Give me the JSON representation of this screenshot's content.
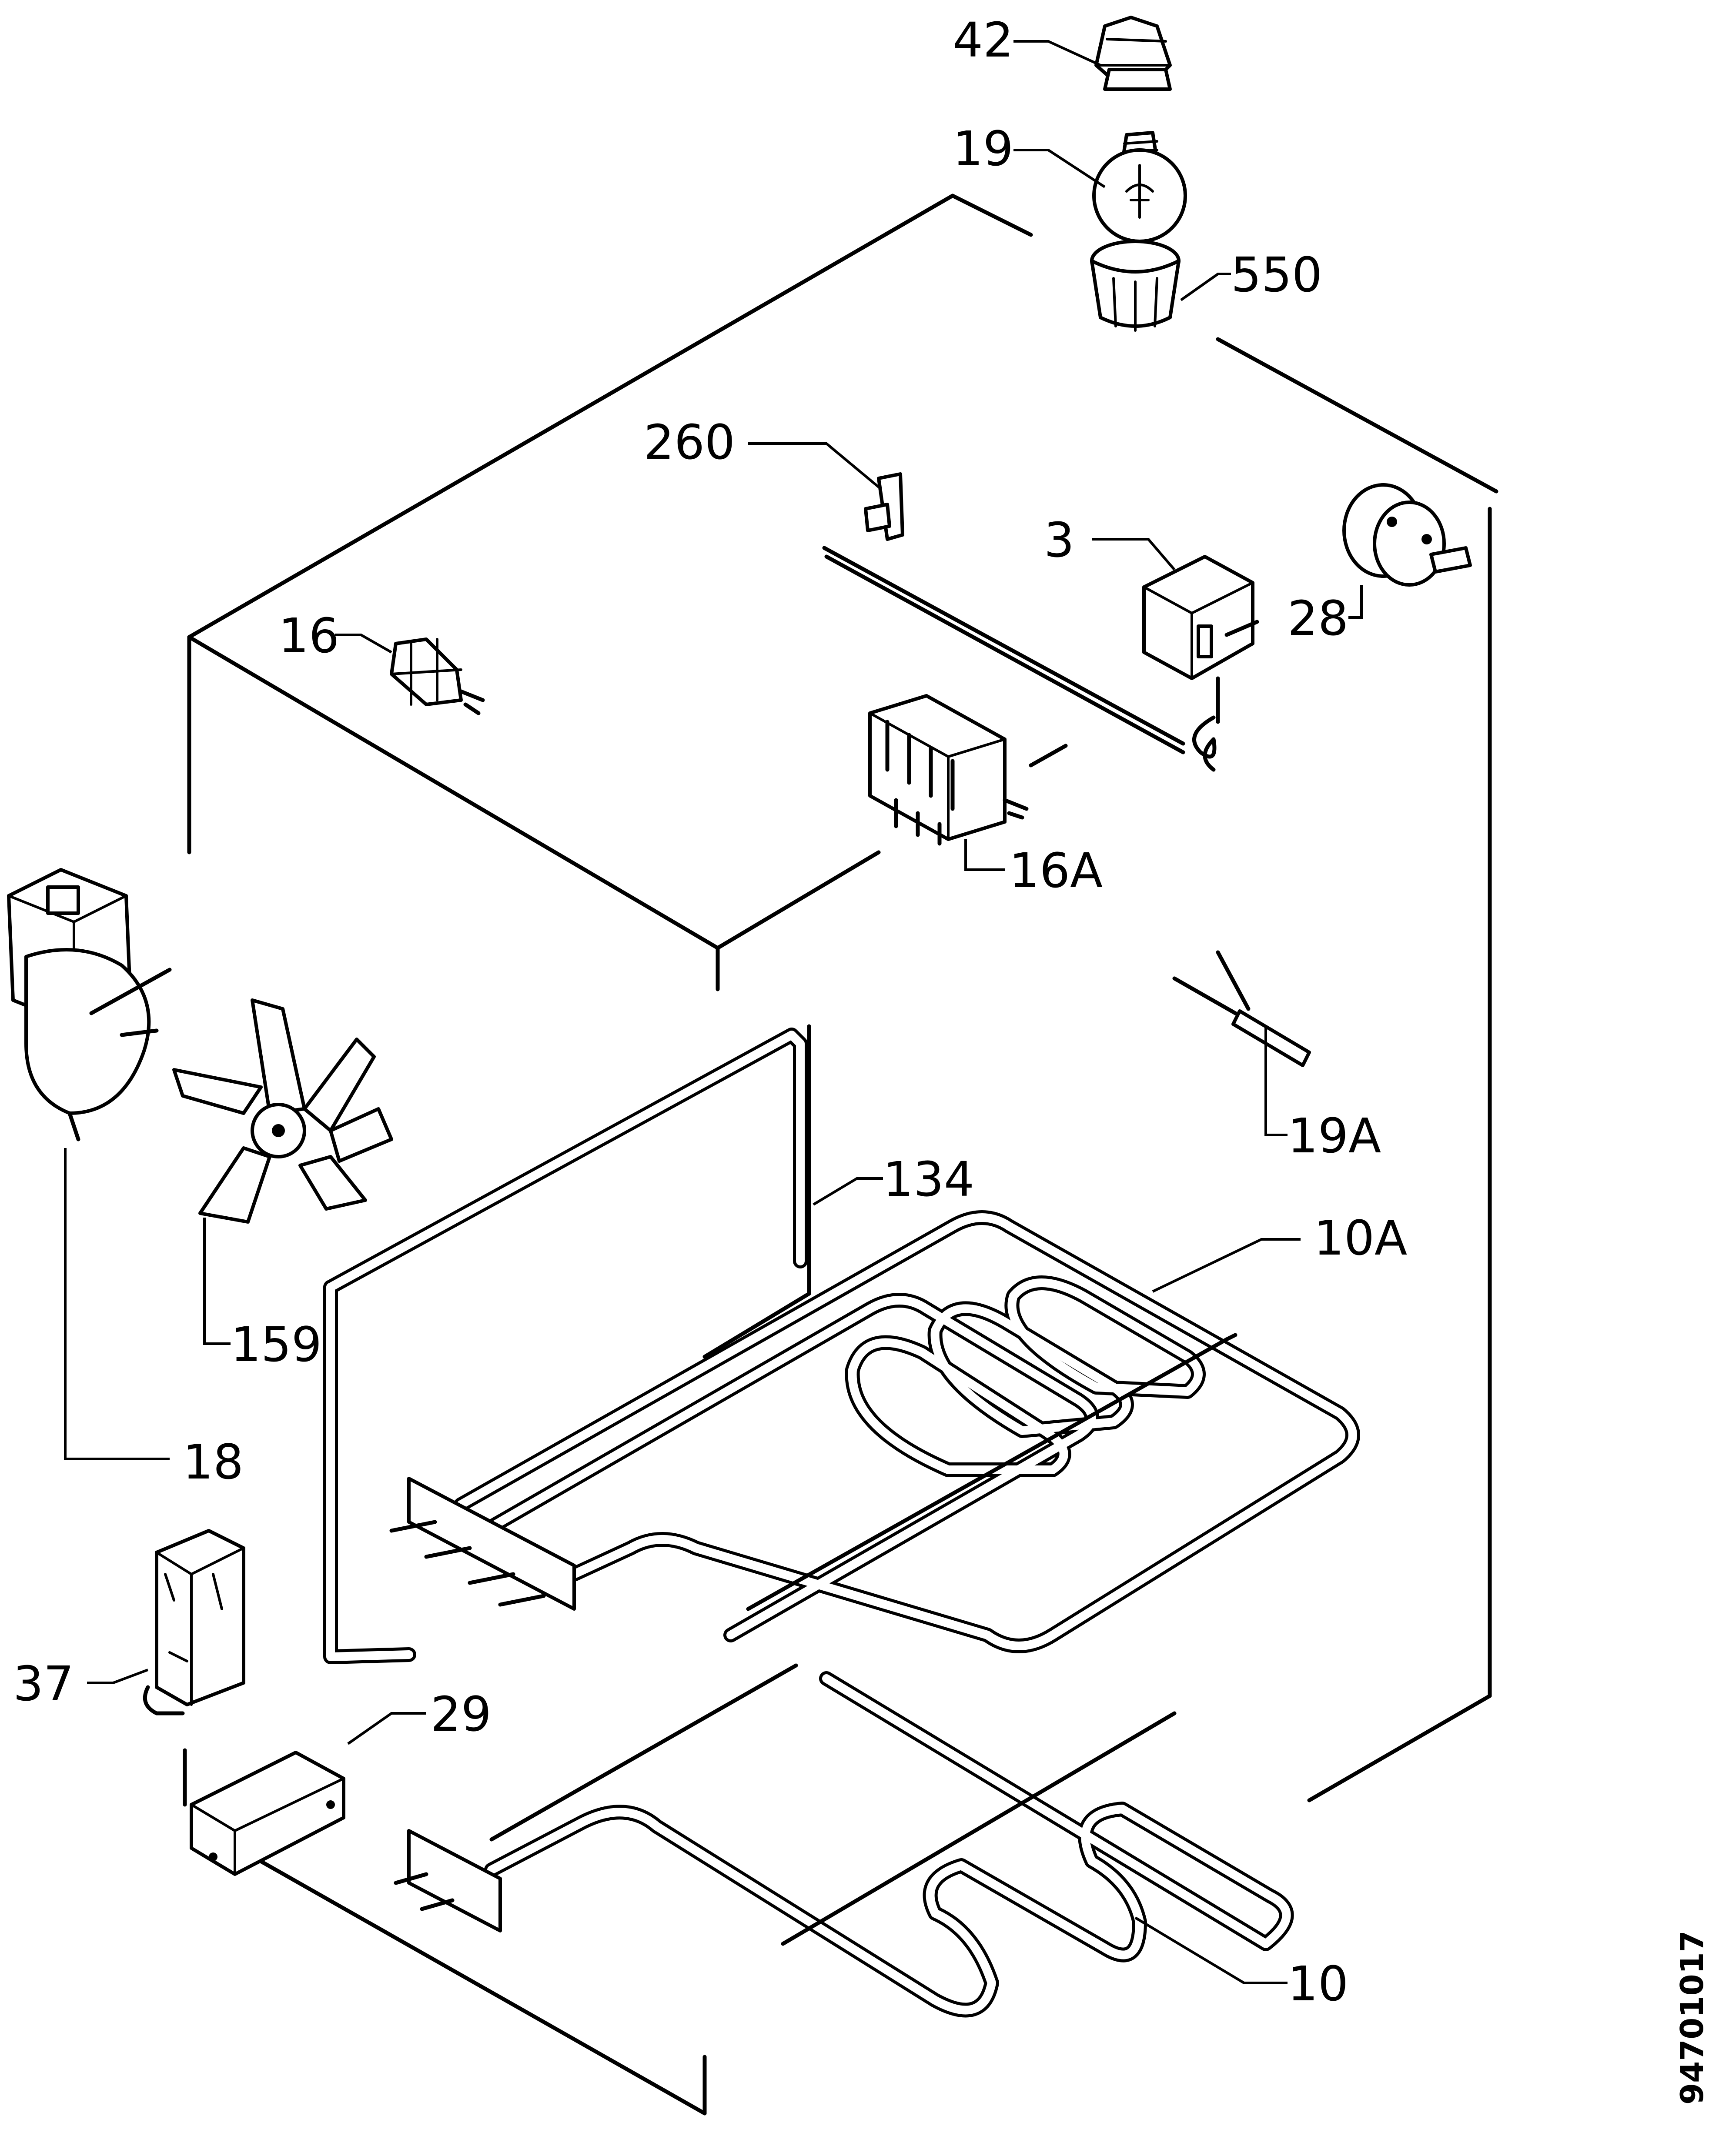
{
  "diagram": {
    "reference_code": "94701017",
    "parts": [
      {
        "id": "p42",
        "label": "42"
      },
      {
        "id": "p19",
        "label": "19"
      },
      {
        "id": "p550",
        "label": "550"
      },
      {
        "id": "p260",
        "label": "260"
      },
      {
        "id": "p3",
        "label": "3"
      },
      {
        "id": "p28",
        "label": "28"
      },
      {
        "id": "p16",
        "label": "16"
      },
      {
        "id": "p16a",
        "label": "16A"
      },
      {
        "id": "p19a",
        "label": "19A"
      },
      {
        "id": "p134",
        "label": "134"
      },
      {
        "id": "p10a",
        "label": "10A"
      },
      {
        "id": "p159",
        "label": "159"
      },
      {
        "id": "p18",
        "label": "18"
      },
      {
        "id": "p37",
        "label": "37"
      },
      {
        "id": "p29",
        "label": "29"
      },
      {
        "id": "p10",
        "label": "10"
      }
    ]
  }
}
